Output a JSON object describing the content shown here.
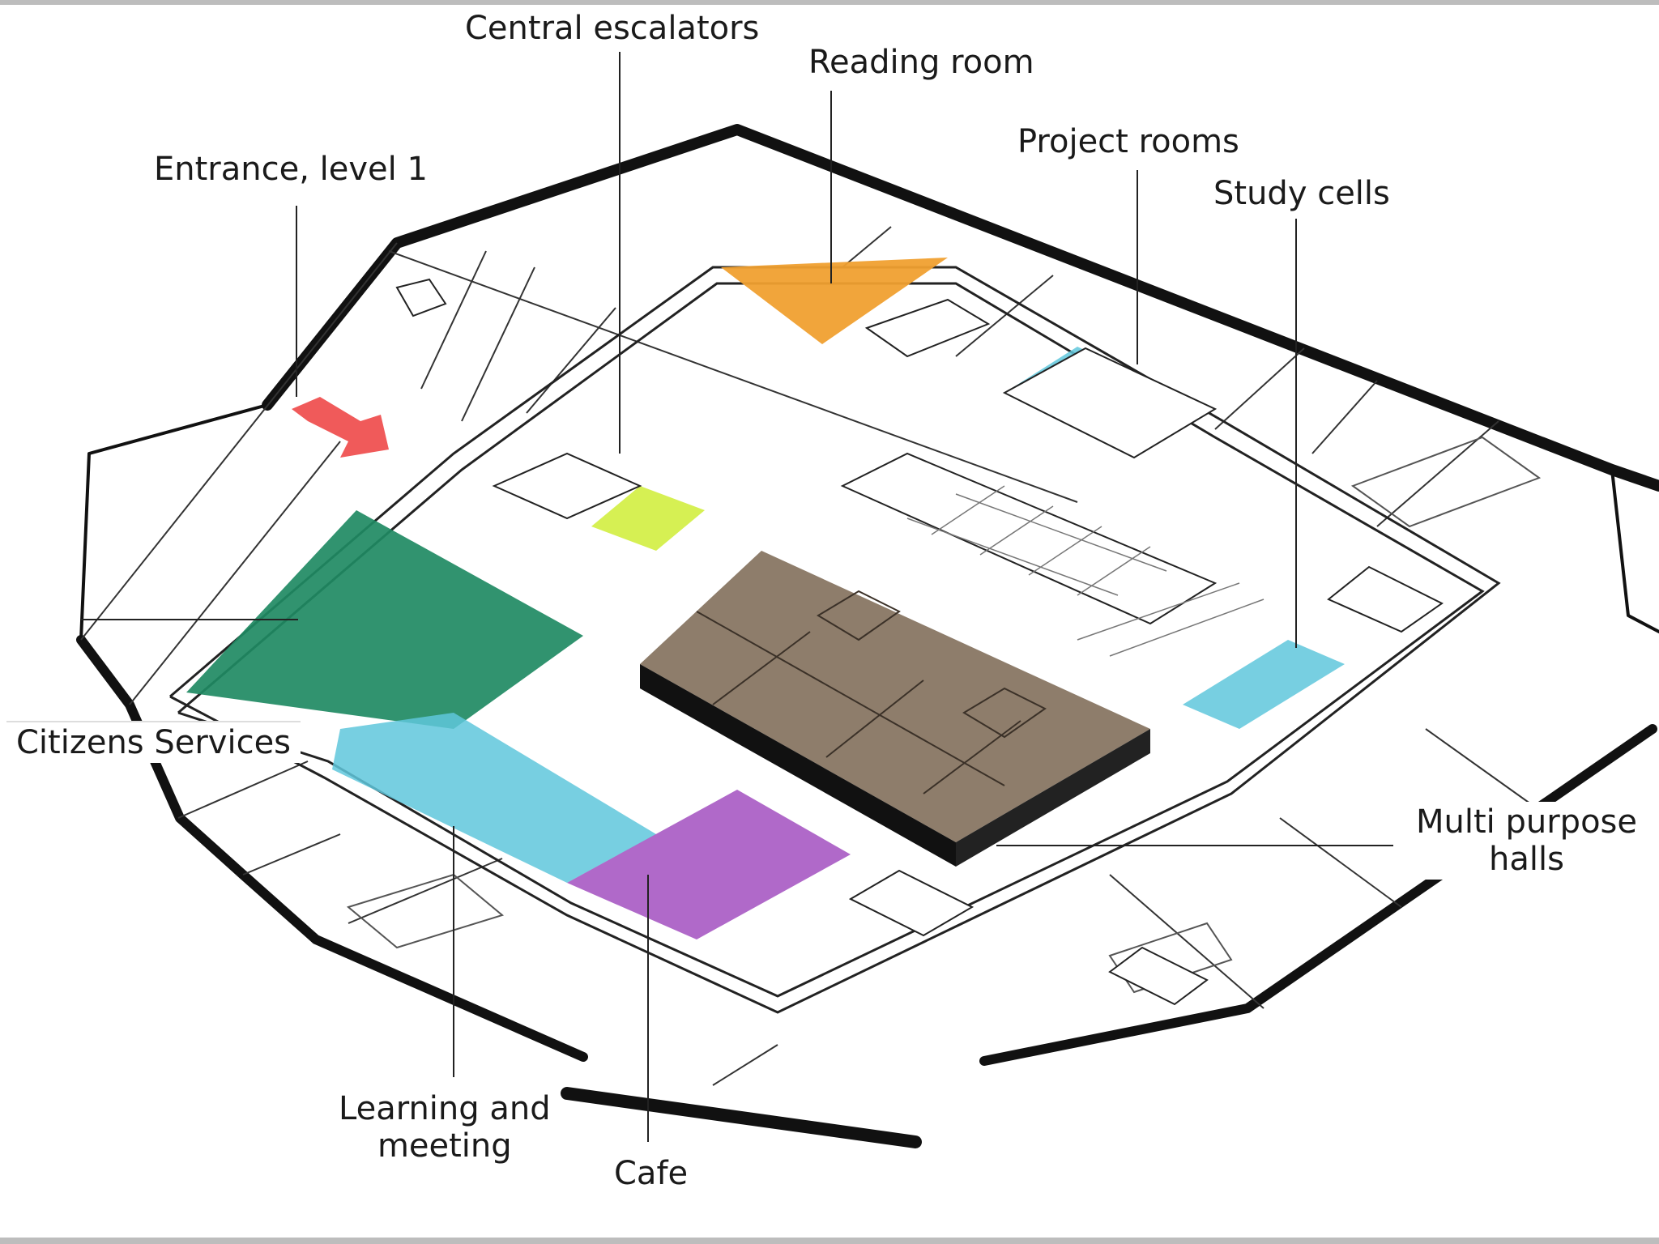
{
  "labels": {
    "central_escalators": "Central escalators",
    "reading_room": "Reading room",
    "project_rooms": "Project rooms",
    "study_cells": "Study cells",
    "entrance": "Entrance, level 1",
    "citizens_services": "Citizens Services",
    "multi_purpose_line1": "Multi purpose",
    "multi_purpose_line2": "halls",
    "learning_line1": "Learning and",
    "learning_line2": "meeting",
    "cafe": "Cafe"
  },
  "zone_colors": {
    "citizens_services": "#1f8a63",
    "learning_meeting": "#5fc7dc",
    "cafe": "#a24fc0",
    "reading_room": "#f0a030",
    "project_rooms": "#5fc7dc",
    "study_cells": "#5fc7dc",
    "central_escalators": "#d4ef4a",
    "multi_purpose_halls": "#8e7d6b",
    "entrance_arrow": "#f05a5a"
  }
}
